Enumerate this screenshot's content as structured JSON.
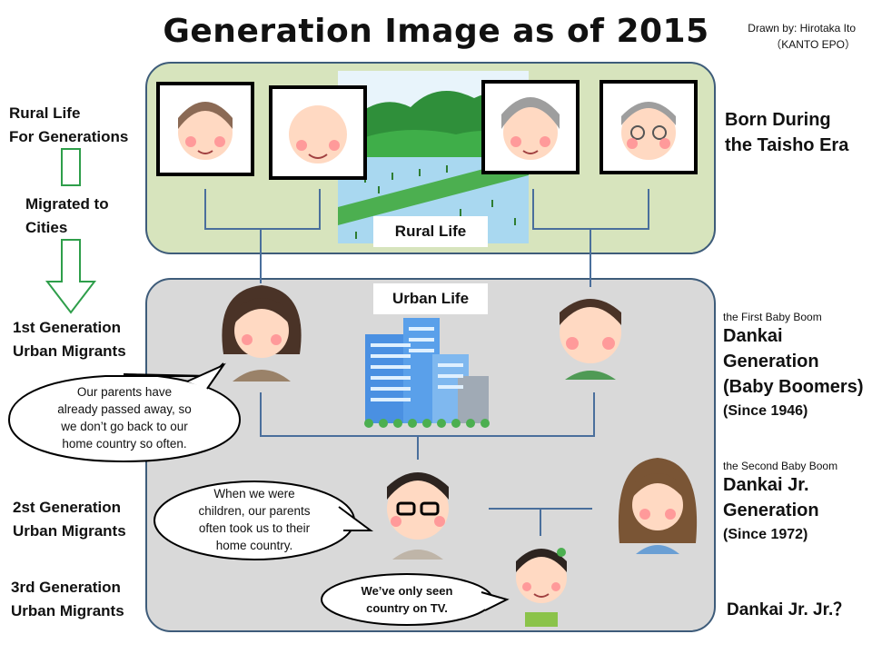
{
  "title": "Generation Image as of 2015",
  "credit": {
    "line1": "Drawn by: Hirotaka Ito",
    "line2": "（KANTO EPO）"
  },
  "left_labels": {
    "rural": [
      "Rural Life",
      "For Generations"
    ],
    "migrated": [
      "Migrated to",
      "Cities"
    ],
    "gen1": [
      "1st Generation",
      "Urban Migrants"
    ],
    "gen2": [
      "2st Generation",
      "Urban Migrants"
    ],
    "gen3": [
      "3rd Generation",
      "Urban Migrants"
    ]
  },
  "right_labels": {
    "taisho": [
      "Born During",
      "the Taisho Era"
    ],
    "dankai": {
      "small": "the First Baby Boom",
      "lines": [
        "Dankai",
        "Generation",
        "(Baby Boomers)"
      ],
      "since": "(Since 1946)"
    },
    "dankai_jr": {
      "small": "the Second Baby Boom",
      "lines": [
        "Dankai Jr.",
        "Generation"
      ],
      "since": "(Since 1972)"
    },
    "dankai_jr_jr": "Dankai Jr. Jr.？"
  },
  "panels": {
    "rural": "Rural Life",
    "urban": "Urban Life"
  },
  "bubbles": {
    "gen1": [
      "Our parents have",
      "already passed away, so",
      "we don’t go back to our",
      "home country  so often."
    ],
    "gen2": [
      "When we were",
      "children, our parents",
      "often took us to their",
      "home country."
    ],
    "gen3": [
      "We’ve only seen",
      "country  on TV."
    ]
  },
  "colors": {
    "rural_panel": "#d7e4bd",
    "urban_panel": "#d9d9d9",
    "connector": "#4a6f9c",
    "arrow": "#2e9e4a"
  }
}
